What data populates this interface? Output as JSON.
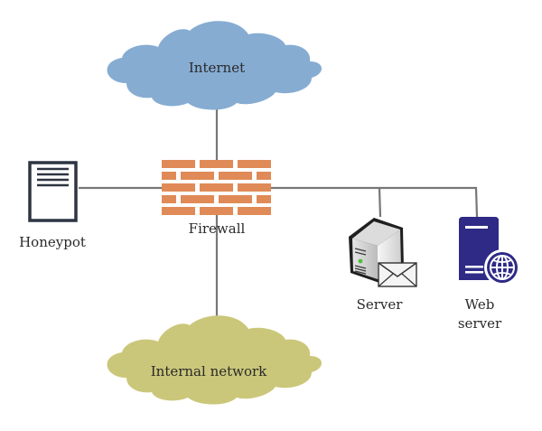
{
  "diagram": {
    "type": "network-topology",
    "colors": {
      "internet_cloud": "#86acd2",
      "internal_cloud": "#cbc77a",
      "firewall_brick": "#e08a57",
      "connector": "#777777",
      "honeypot_stroke": "#2d3442",
      "webserver": "#2e2a86",
      "label": "#2a2a2a"
    },
    "nodes": {
      "internet": {
        "label": "Internet",
        "kind": "cloud"
      },
      "firewall": {
        "label": "Firewall",
        "kind": "firewall"
      },
      "honeypot": {
        "label": "Honeypot",
        "kind": "document-server"
      },
      "server": {
        "label": "Server",
        "kind": "mail-server"
      },
      "webserver": {
        "label_line1": "Web",
        "label_line2": "server",
        "kind": "web-server"
      },
      "internal": {
        "label": "Internal network",
        "kind": "cloud"
      }
    },
    "edges": [
      {
        "from": "internet",
        "to": "firewall"
      },
      {
        "from": "honeypot",
        "to": "firewall"
      },
      {
        "from": "firewall",
        "to": "server"
      },
      {
        "from": "firewall",
        "to": "webserver"
      },
      {
        "from": "firewall",
        "to": "internal"
      }
    ]
  }
}
